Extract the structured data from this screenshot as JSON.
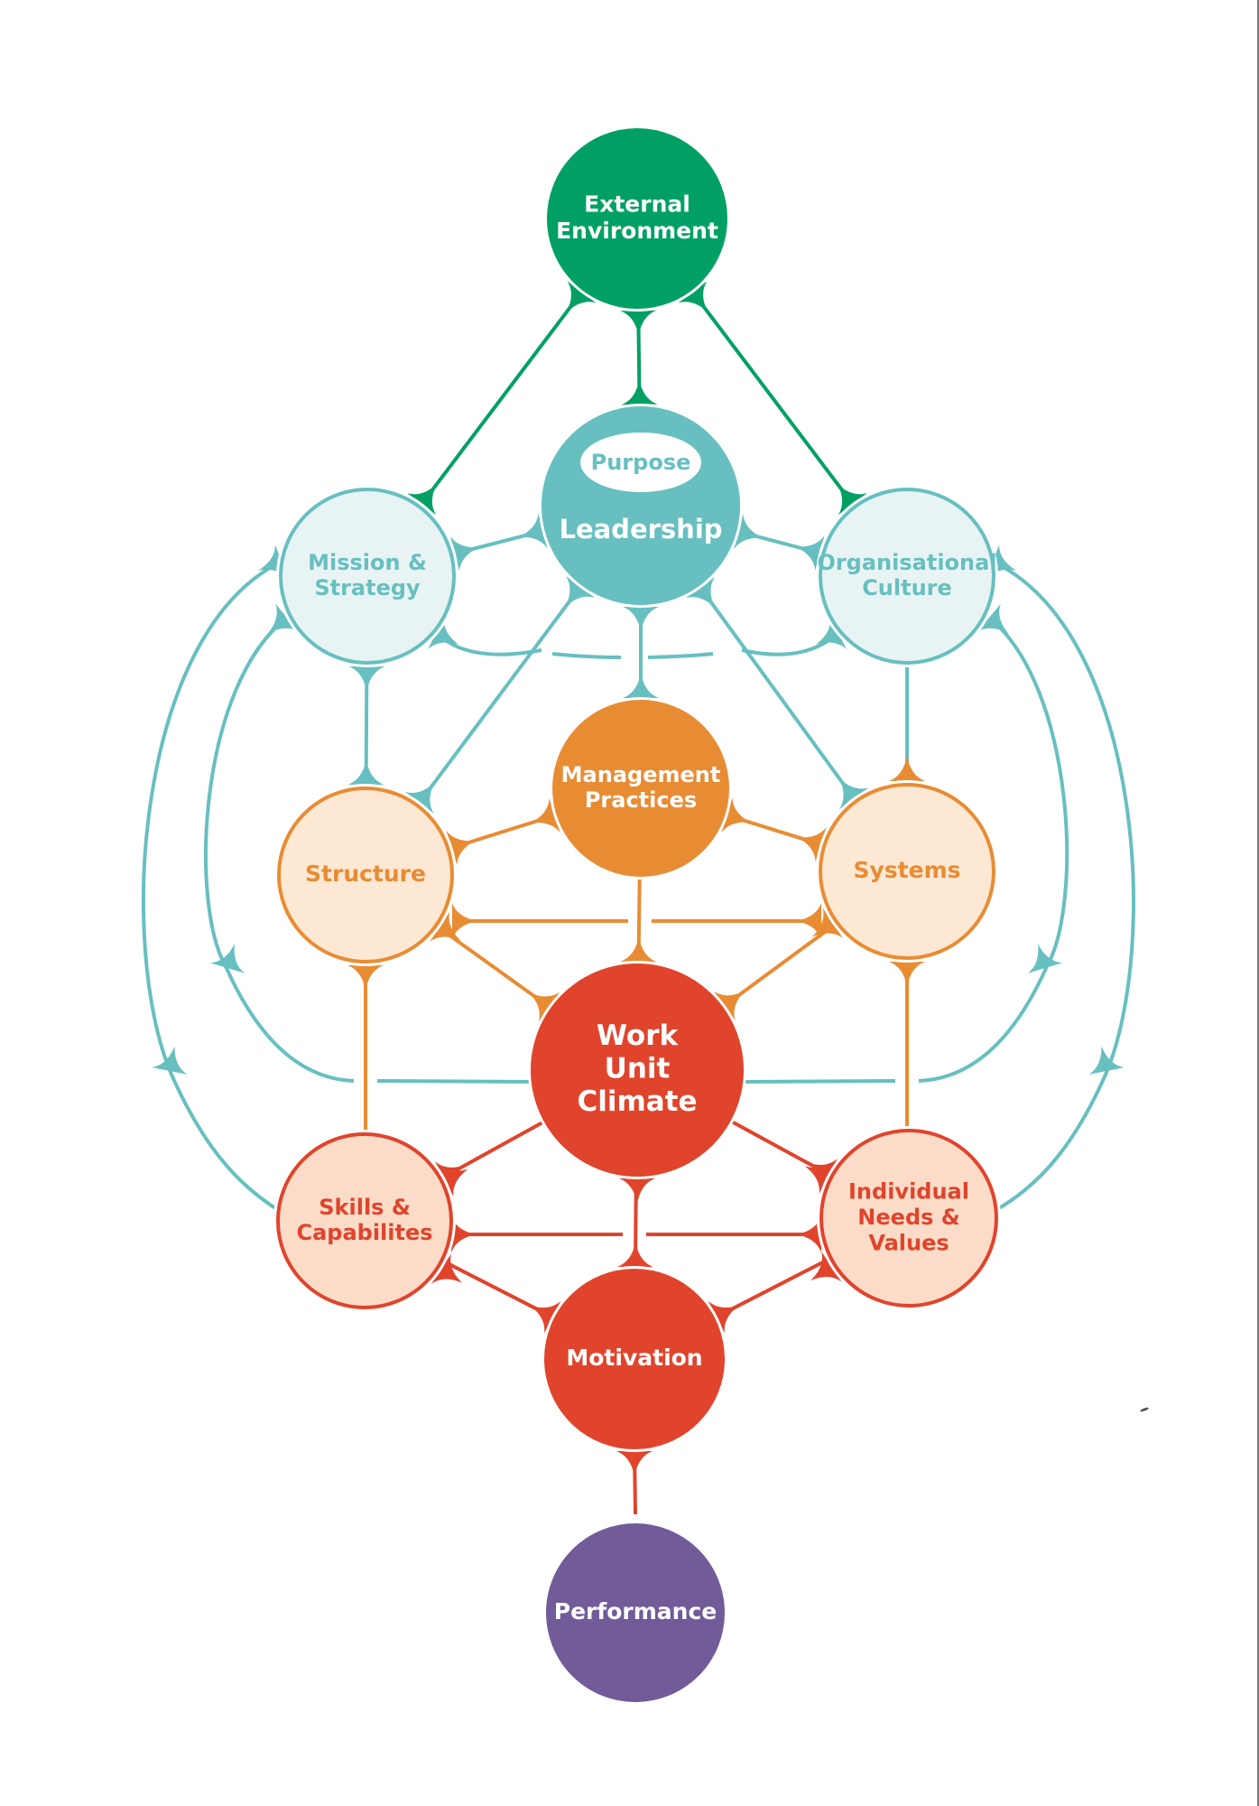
{
  "title": "Organisational Performance and Change Model",
  "colors": {
    "green": "#00a064",
    "teal": "#67bfc0",
    "teal_light": "#e8f4f4",
    "orange": "#e88c34",
    "orange_light": "#fde8d3",
    "red": "#e0442c",
    "red_light": "#fadcc8",
    "purple": "#715b99",
    "white": "#ffffff"
  },
  "nodes": {
    "external": {
      "label": [
        "External",
        "Environment"
      ],
      "group": "green"
    },
    "purpose": {
      "label": [
        "Purpose"
      ],
      "group": "teal"
    },
    "leadership": {
      "label": [
        "Leadership"
      ],
      "group": "teal"
    },
    "mission": {
      "label": [
        "Mission &",
        "Strategy"
      ],
      "group": "teal"
    },
    "culture": {
      "label": [
        "Organisational",
        "Culture"
      ],
      "group": "teal"
    },
    "management": {
      "label": [
        "Management",
        "Practices"
      ],
      "group": "orange"
    },
    "structure": {
      "label": [
        "Structure"
      ],
      "group": "orange"
    },
    "systems": {
      "label": [
        "Systems"
      ],
      "group": "orange"
    },
    "climate": {
      "label": [
        "Work",
        "Unit",
        "Climate"
      ],
      "group": "red"
    },
    "skills": {
      "label": [
        "Skills &",
        "Capabilites"
      ],
      "group": "red"
    },
    "individual": {
      "label": [
        "Individual",
        "Needs &",
        "Values"
      ],
      "group": "red"
    },
    "motivation": {
      "label": [
        "Motivation"
      ],
      "group": "red"
    },
    "performance": {
      "label": [
        "Performance"
      ],
      "group": "purple"
    }
  },
  "edges": [
    {
      "from": "external",
      "to": "mission",
      "color": "green"
    },
    {
      "from": "external",
      "to": "leadership",
      "color": "green"
    },
    {
      "from": "external",
      "to": "culture",
      "color": "green"
    },
    {
      "from": "leadership",
      "to": "mission",
      "color": "teal"
    },
    {
      "from": "leadership",
      "to": "culture",
      "color": "teal"
    },
    {
      "from": "mission",
      "to": "culture",
      "color": "teal"
    },
    {
      "from": "leadership",
      "to": "management",
      "color": "teal"
    },
    {
      "from": "leadership",
      "to": "structure",
      "color": "teal"
    },
    {
      "from": "leadership",
      "to": "systems",
      "color": "teal"
    },
    {
      "from": "mission",
      "to": "structure",
      "color": "teal"
    },
    {
      "from": "culture",
      "to": "systems",
      "color": "teal"
    },
    {
      "from": "mission",
      "to": "climate",
      "color": "teal"
    },
    {
      "from": "culture",
      "to": "climate",
      "color": "teal"
    },
    {
      "from": "mission",
      "to": "skills",
      "color": "teal"
    },
    {
      "from": "culture",
      "to": "individual",
      "color": "teal"
    },
    {
      "from": "management",
      "to": "structure",
      "color": "orange"
    },
    {
      "from": "management",
      "to": "systems",
      "color": "orange"
    },
    {
      "from": "structure",
      "to": "systems",
      "color": "orange"
    },
    {
      "from": "management",
      "to": "climate",
      "color": "orange"
    },
    {
      "from": "structure",
      "to": "climate",
      "color": "orange"
    },
    {
      "from": "systems",
      "to": "climate",
      "color": "orange"
    },
    {
      "from": "structure",
      "to": "skills",
      "color": "orange"
    },
    {
      "from": "systems",
      "to": "individual",
      "color": "orange"
    },
    {
      "from": "climate",
      "to": "skills",
      "color": "red"
    },
    {
      "from": "climate",
      "to": "individual",
      "color": "red"
    },
    {
      "from": "skills",
      "to": "individual",
      "color": "red"
    },
    {
      "from": "climate",
      "to": "motivation",
      "color": "red"
    },
    {
      "from": "skills",
      "to": "motivation",
      "color": "red"
    },
    {
      "from": "individual",
      "to": "motivation",
      "color": "red"
    },
    {
      "from": "motivation",
      "to": "performance",
      "color": "red"
    }
  ]
}
